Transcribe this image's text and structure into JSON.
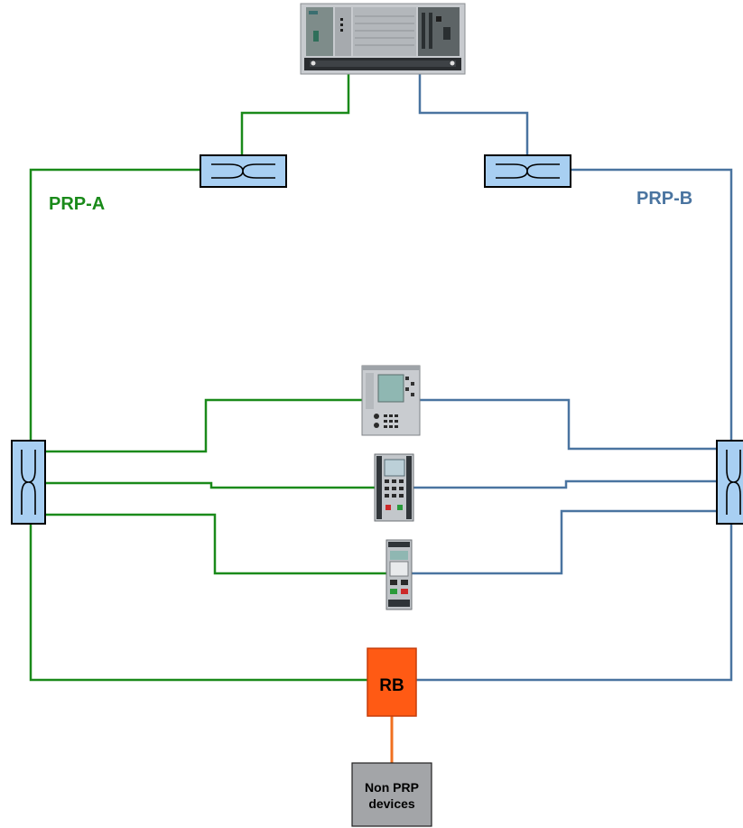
{
  "labels": {
    "network_a": "PRP-A",
    "network_b": "PRP-B",
    "redbox": "RB",
    "non_prp_line1": "Non PRP",
    "non_prp_line2": "devices"
  },
  "colors": {
    "network_a": "#1a8a1a",
    "network_b": "#4a74a0",
    "redbox_fill": "#ff5a14",
    "redbox_link": "#f07020",
    "switch_fill": "#a8cff2",
    "non_prp_fill": "#a3a5a8"
  },
  "icons": {
    "switch": "ethernet-switch-icon",
    "server": "rack-server-icon",
    "ied": "protection-relay-icon"
  }
}
